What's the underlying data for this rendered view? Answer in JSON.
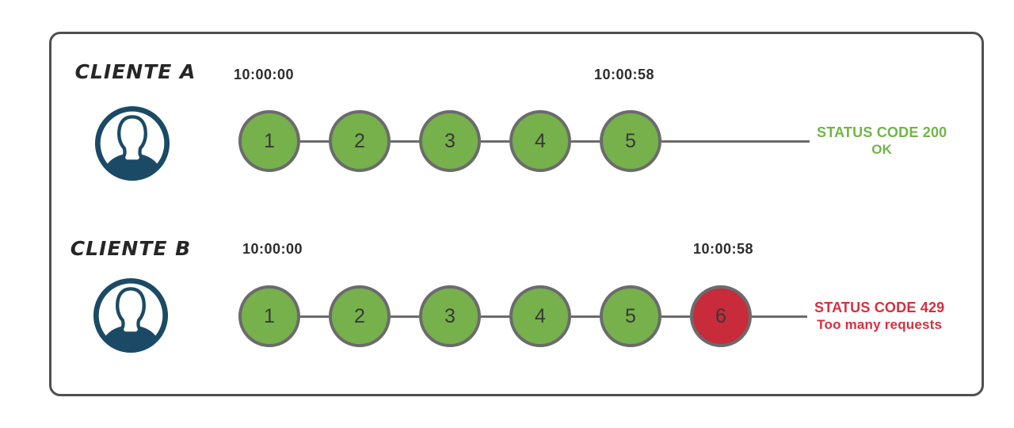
{
  "diagram": {
    "rows": [
      {
        "client_label": "CLIENTE A",
        "start_time": "10:00:00",
        "end_time": "10:00:58",
        "requests": [
          {
            "label": "1",
            "state": "success"
          },
          {
            "label": "2",
            "state": "success"
          },
          {
            "label": "3",
            "state": "success"
          },
          {
            "label": "4",
            "state": "success"
          },
          {
            "label": "5",
            "state": "success"
          }
        ],
        "status": {
          "line1": "STATUS CODE 200",
          "line2": "OK",
          "state": "success"
        }
      },
      {
        "client_label": "CLIENTE B",
        "start_time": "10:00:00",
        "end_time": "10:00:58",
        "requests": [
          {
            "label": "1",
            "state": "success"
          },
          {
            "label": "2",
            "state": "success"
          },
          {
            "label": "3",
            "state": "success"
          },
          {
            "label": "4",
            "state": "success"
          },
          {
            "label": "5",
            "state": "success"
          },
          {
            "label": "6",
            "state": "limited"
          }
        ],
        "status": {
          "line1": "STATUS CODE 429",
          "line2": "Too many requests",
          "state": "error"
        }
      }
    ],
    "icons": {
      "avatar": "user-avatar-icon"
    },
    "colors": {
      "request_success": "#76b14c",
      "request_limited": "#c82b3a",
      "circle_border": "#6b6b6b",
      "connector": "#6b6b6b",
      "status_success_text": "#70b54a",
      "status_error_text": "#d62f3f",
      "avatar_icon": "#1b4a66",
      "frame_border": "#4f4f4f",
      "circle_number_text": "#383838",
      "timestamp_text": "#2d2d2d",
      "client_label_text": "#262626"
    }
  }
}
